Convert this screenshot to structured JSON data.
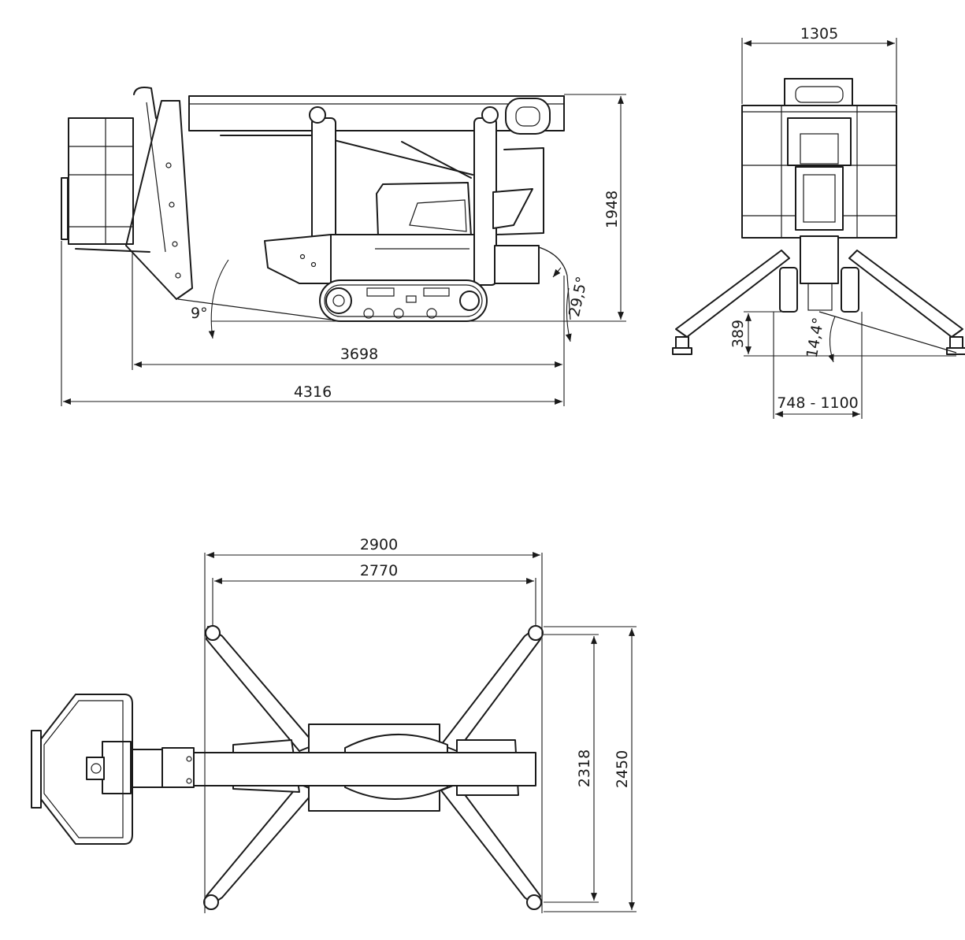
{
  "side_view": {
    "height_total": "1948",
    "length_stowed": "3698",
    "length_total": "4316",
    "angle_front": "9°",
    "angle_rear": "29,5°"
  },
  "rear_view": {
    "width_basket": "1305",
    "outrigger_clearance": "389",
    "outrigger_angle": "14,4°",
    "track_width": "748 - 1100"
  },
  "top_view": {
    "outrigger_span_outer": "2900",
    "outrigger_span_inner": "2770",
    "outrigger_width_inner": "2318",
    "outrigger_width_outer": "2450"
  }
}
